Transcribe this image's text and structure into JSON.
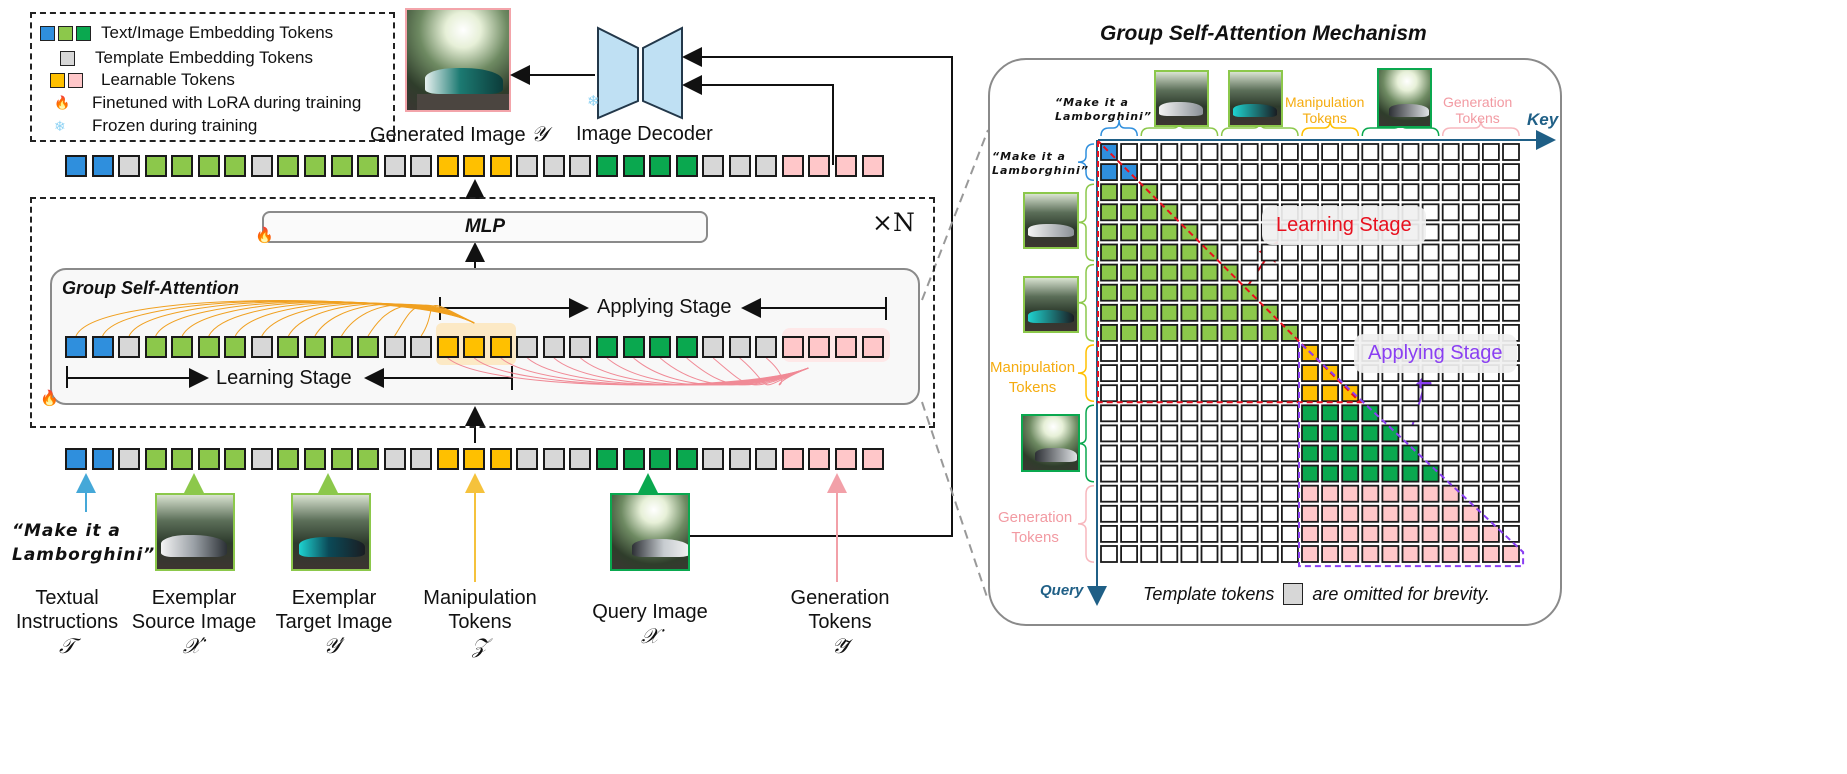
{
  "legend": {
    "items": [
      {
        "swatches": [
          "#2f8fdd",
          "#8cc84b",
          "#0aa84f"
        ],
        "label": "Text/Image Embedding Tokens"
      },
      {
        "swatches": [
          "#d7d7d7"
        ],
        "label": "Template Embedding Tokens"
      },
      {
        "swatches": [
          "#ffc000",
          "#ffc7c9"
        ],
        "label": "Learnable Tokens"
      },
      {
        "icon": "fire-icon",
        "glyph": "🔥",
        "label": "Finetuned with LoRA during training"
      },
      {
        "icon": "snowflake-icon",
        "glyph": "❄",
        "label": "Frozen during training"
      }
    ]
  },
  "colors": {
    "blue": "#2f8fdd",
    "light_green": "#8cc84b",
    "dark_green": "#0aa84f",
    "gray": "#d7d7d7",
    "yellow": "#ffc000",
    "pink": "#ffc7c9",
    "learning_red": "#e8101e",
    "applying_purple": "#8a3ff2",
    "axis_blue": "#1f5f86"
  },
  "token_sequence": [
    "blue",
    "blue",
    "gray",
    "lgreen",
    "lgreen",
    "lgreen",
    "lgreen",
    "gray",
    "lgreen",
    "lgreen",
    "lgreen",
    "lgreen",
    "gray",
    "gray",
    "yellow",
    "yellow",
    "yellow",
    "gray",
    "gray",
    "gray",
    "dgreen",
    "dgreen",
    "dgreen",
    "dgreen",
    "gray",
    "gray",
    "gray",
    "pink",
    "pink",
    "pink",
    "pink"
  ],
  "top": {
    "generated_image_label": "Generated Image",
    "generated_image_symbol": "𝒴",
    "decoder_label": "Image Decoder"
  },
  "block": {
    "mlp_label": "MLP",
    "repeat_label": "×N",
    "gsa_title": "Group Self-Attention",
    "applying_stage": "Applying Stage",
    "learning_stage": "Learning Stage"
  },
  "inputs": {
    "instruction_text_line1": "“Make it a",
    "instruction_text_line2": "Lamborghini”",
    "captions": [
      {
        "line1": "Textual",
        "line2": "Instructions",
        "symbol": "𝒯"
      },
      {
        "line1": "Exemplar",
        "line2": "Source Image",
        "symbol": "𝒳′"
      },
      {
        "line1": "Exemplar",
        "line2": "Target Image",
        "symbol": "𝒴′"
      },
      {
        "line1": "Manipulation",
        "line2": "Tokens",
        "symbol": "𝒵"
      },
      {
        "line1": "Query Image",
        "line2": "",
        "symbol": "𝒳"
      },
      {
        "line1": "Generation",
        "line2": "Tokens",
        "symbol": "𝒴̃"
      }
    ]
  },
  "right_panel": {
    "title": "Group Self-Attention Mechanism",
    "key_label": "Key",
    "query_label": "Query",
    "instruction_line1": "“Make it a",
    "instruction_line2": "Lamborghini”",
    "manipulation_label_line1": "Manipulation",
    "manipulation_label_line2": "Tokens",
    "generation_label_line1": "Generation",
    "generation_label_line2": "Tokens",
    "learning_stage": "Learning Stage",
    "applying_stage": "Applying Stage",
    "footnote_before": "Template tokens",
    "footnote_after": "are omitted for brevity.",
    "groups": [
      {
        "name": "text",
        "size": 2,
        "color": "blue"
      },
      {
        "name": "source-image",
        "size": 4,
        "color": "lgreen"
      },
      {
        "name": "target-image",
        "size": 4,
        "color": "lgreen"
      },
      {
        "name": "manipulation",
        "size": 3,
        "color": "yellow"
      },
      {
        "name": "query-image",
        "size": 4,
        "color": "dgreen"
      },
      {
        "name": "generation",
        "size": 4,
        "color": "pink"
      }
    ],
    "applying_start_index": 10
  }
}
